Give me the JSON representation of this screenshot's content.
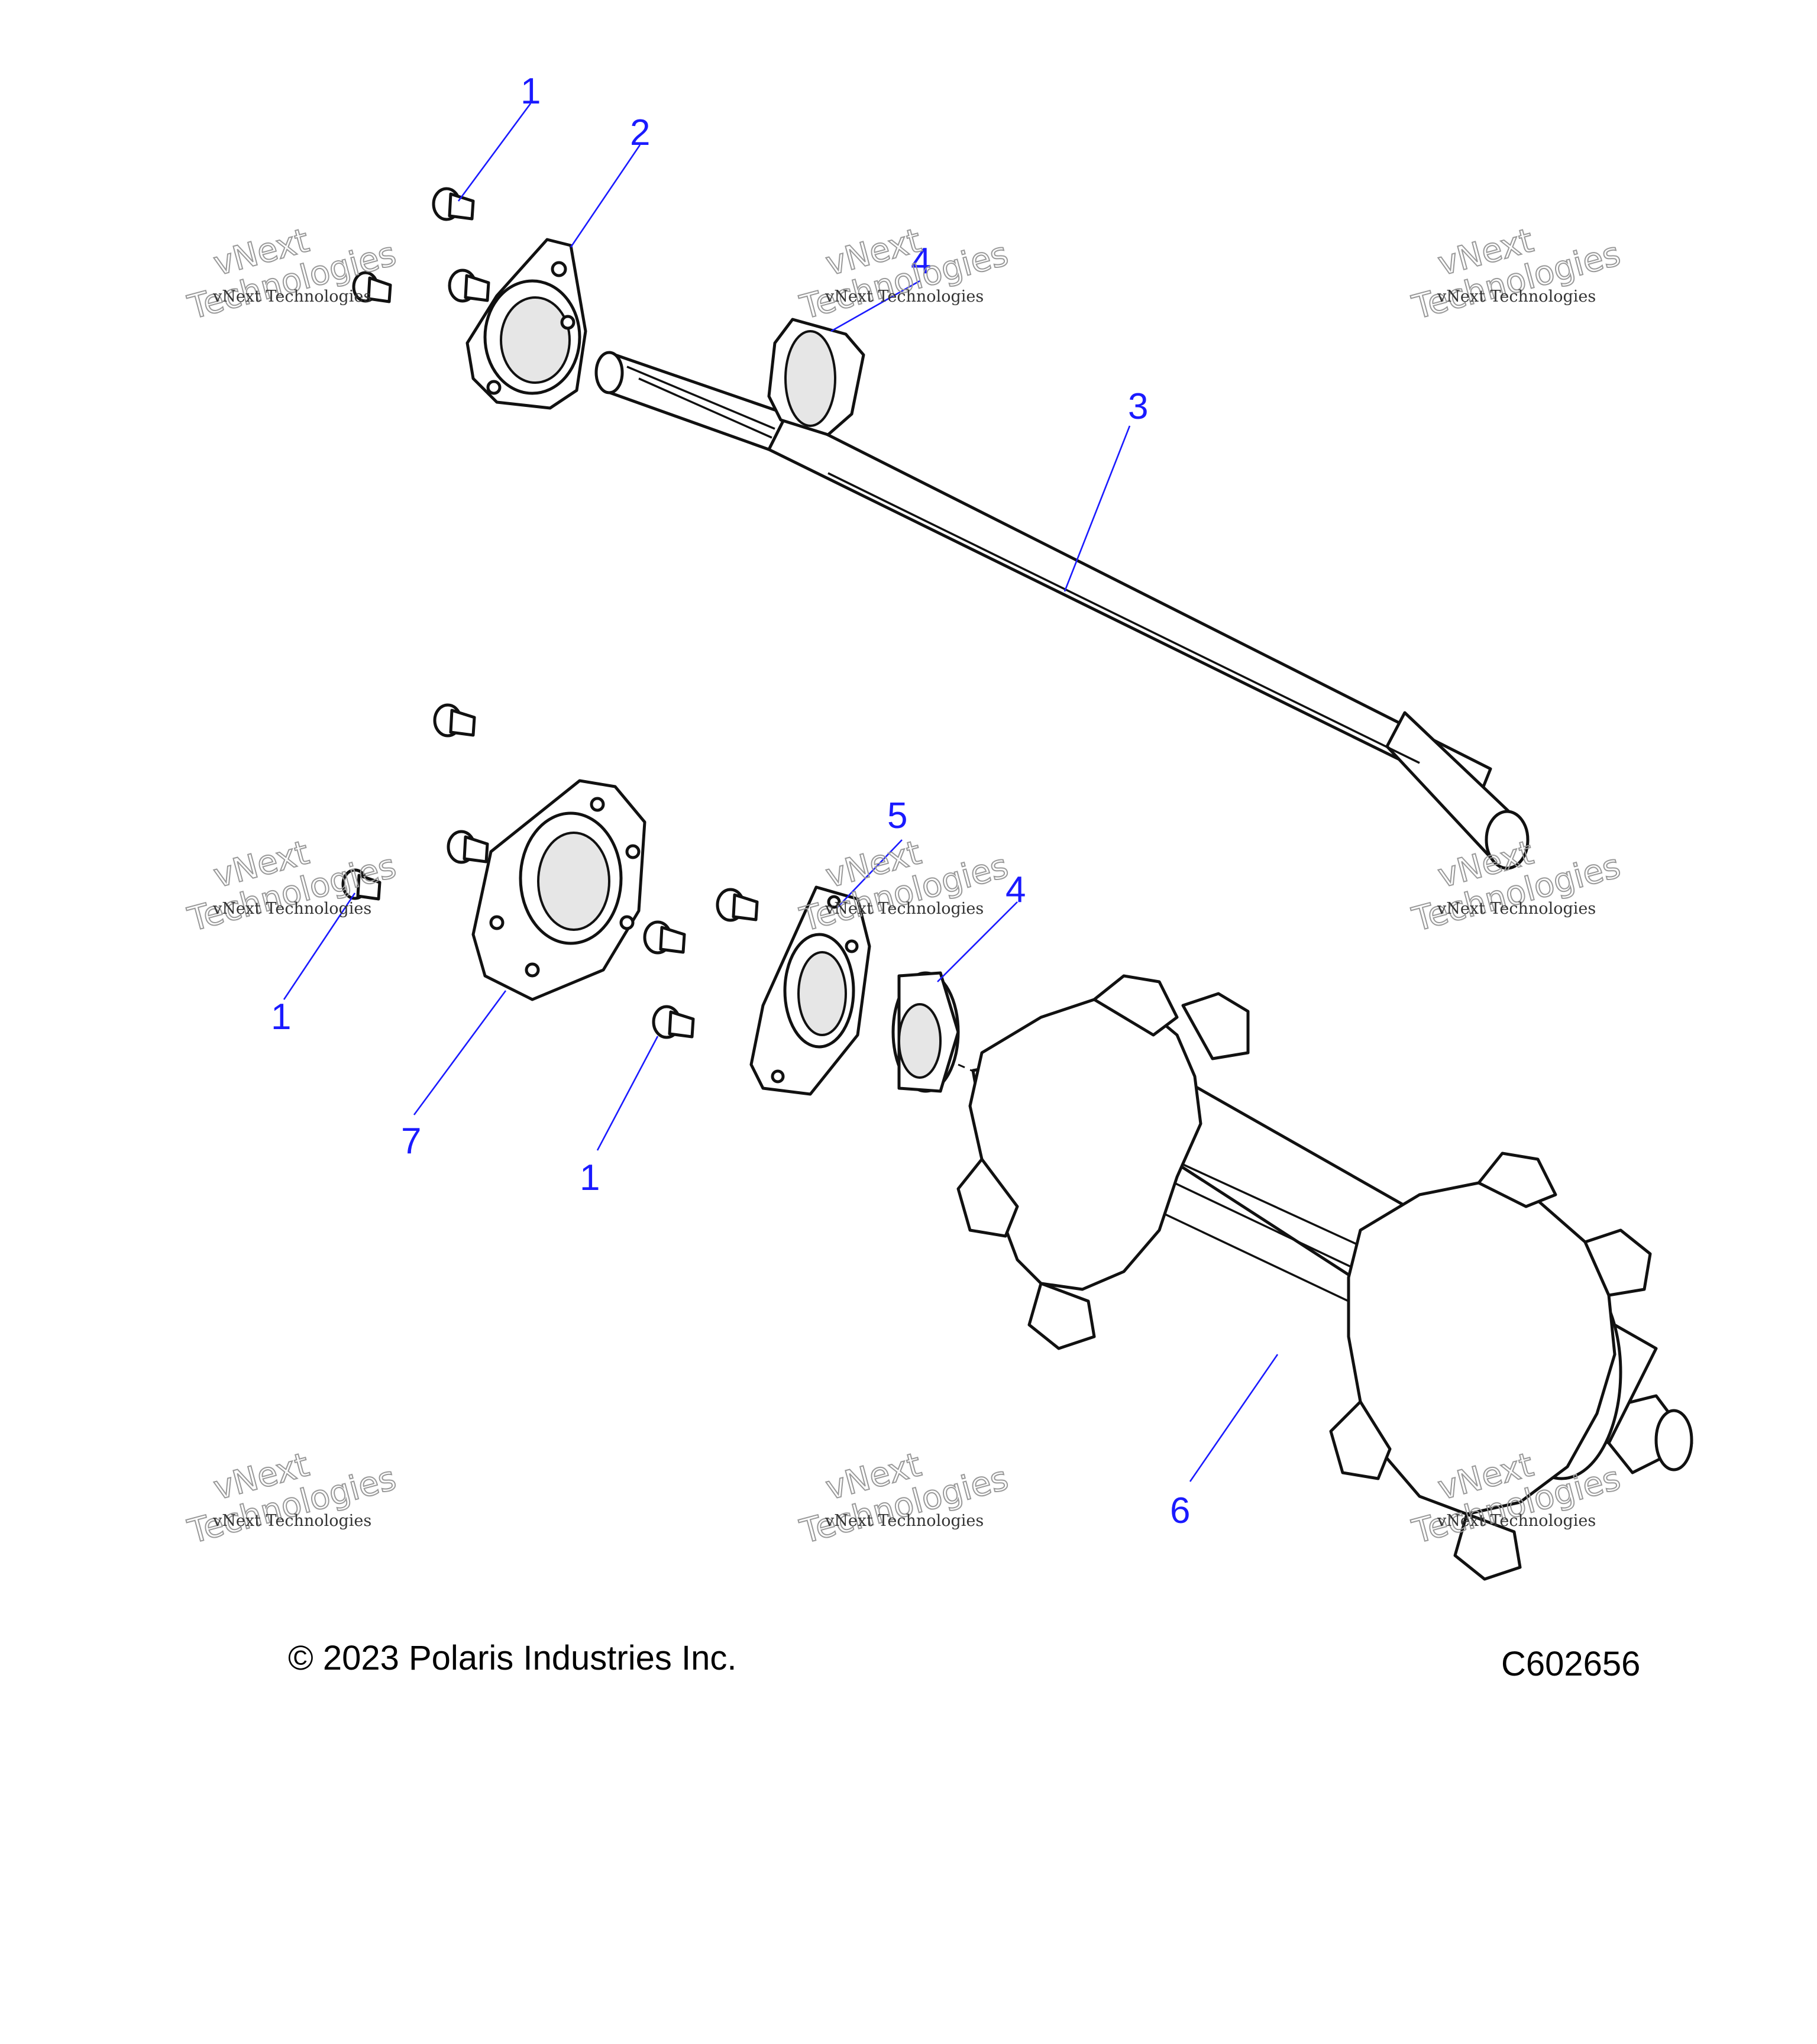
{
  "callouts": [
    {
      "id": "c1a",
      "label": "1"
    },
    {
      "id": "c2",
      "label": "2"
    },
    {
      "id": "c4a",
      "label": "4"
    },
    {
      "id": "c3",
      "label": "3"
    },
    {
      "id": "c5",
      "label": "5"
    },
    {
      "id": "c4b",
      "label": "4"
    },
    {
      "id": "c1b",
      "label": "1"
    },
    {
      "id": "c7",
      "label": "7"
    },
    {
      "id": "c1c",
      "label": "1"
    },
    {
      "id": "c6",
      "label": "6"
    }
  ],
  "watermark": {
    "line1": "vNext",
    "line2": "Technologies",
    "small": "vNext Technologies"
  },
  "footer": {
    "copyright": "© 2023 Polaris Industries Inc.",
    "drawing_id": "C602656"
  },
  "colors": {
    "callout": "#1a1aff",
    "outline": "#111111"
  }
}
